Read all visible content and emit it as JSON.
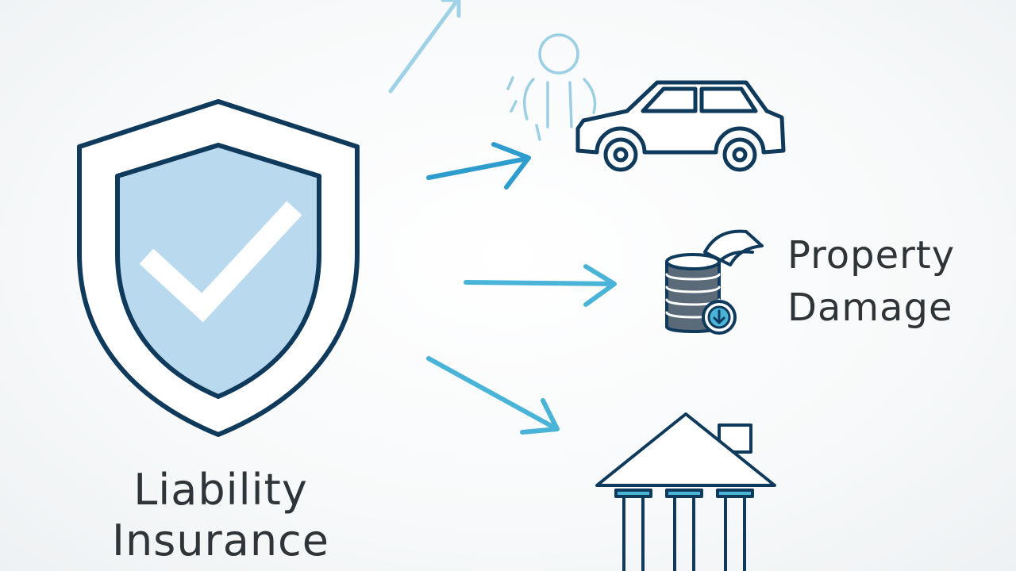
{
  "main_label": {
    "line1": "Liability",
    "line2": "Insurance"
  },
  "property_label": {
    "line1": "Property",
    "line2": "Damage"
  },
  "icons": {
    "shield": "shield-check-icon",
    "person": "person-icon",
    "car": "car-icon",
    "money": "coins-icon",
    "building": "courthouse-icon"
  },
  "colors": {
    "navy": "#0f3a5c",
    "shield_fill": "#b9d9ef",
    "arrow": "#4ab3d8",
    "text": "#2f3438"
  }
}
